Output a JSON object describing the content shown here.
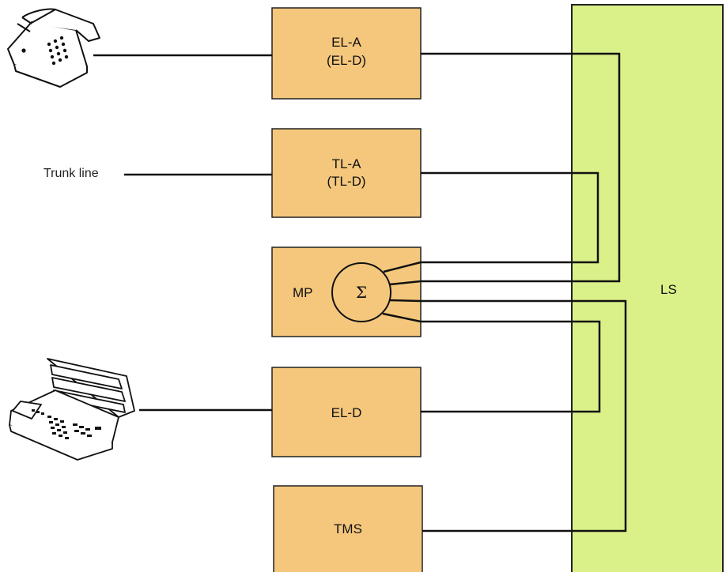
{
  "colors": {
    "block_fill": "#f4c77d",
    "ls_fill": "#daf089",
    "line": "#111111"
  },
  "blocks": {
    "ela": {
      "line1": "EL-A",
      "line2": "(EL-D)"
    },
    "tla": {
      "line1": "TL-A",
      "line2": "(TL-D)"
    },
    "mp": {
      "label": "MP",
      "symbol": "Σ"
    },
    "eld": {
      "label": "EL-D"
    },
    "tms": {
      "label": "TMS"
    },
    "ls": {
      "label": "LS"
    }
  },
  "trunk_line": {
    "label": "Trunk line"
  },
  "icons": {
    "analog_phone": "analog-telephone-icon",
    "digital_phone": "digital-telephone-icon"
  }
}
